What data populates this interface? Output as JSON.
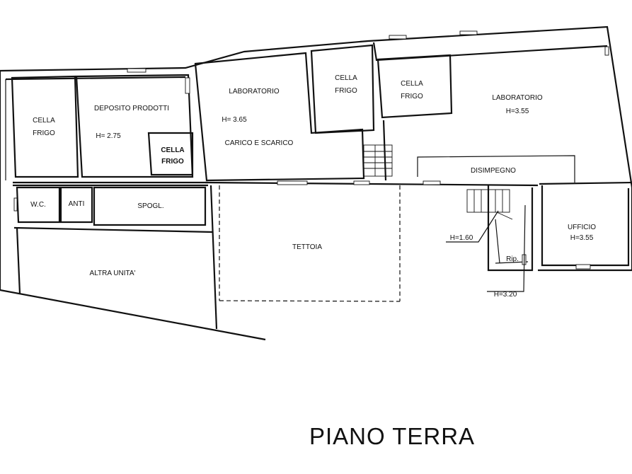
{
  "floor_title": "PIANO  TERRA",
  "rooms": {
    "cella_frigo_1": [
      "CELLA",
      "FRIGO"
    ],
    "deposito": "DEPOSITO PRODOTTI",
    "deposito_h": "H= 2.75",
    "cella_frigo_2": [
      "CELLA",
      "FRIGO"
    ],
    "laboratorio_1": "LABORATORIO",
    "laboratorio_1_h": "H= 3.65",
    "carico": "CARICO E SCARICO",
    "cella_frigo_3": [
      "CELLA",
      "FRIGO"
    ],
    "cella_frigo_4": [
      "CELLA",
      "FRIGO"
    ],
    "laboratorio_2": "LABORATORIO",
    "laboratorio_2_h": "H=3.55",
    "disimpegno": "DISIMPEGNO",
    "wc": "W.C.",
    "anti": "ANTI",
    "spogl": "SPOGL.",
    "tettoia": "TETTOIA",
    "ufficio": "UFFICIO",
    "ufficio_h": "H=3.55",
    "rip": "Rip.",
    "altra_unita": "ALTRA UNITA'"
  },
  "annotations": {
    "h_stair": "H=1.60",
    "h_rip": "H=3.20"
  }
}
